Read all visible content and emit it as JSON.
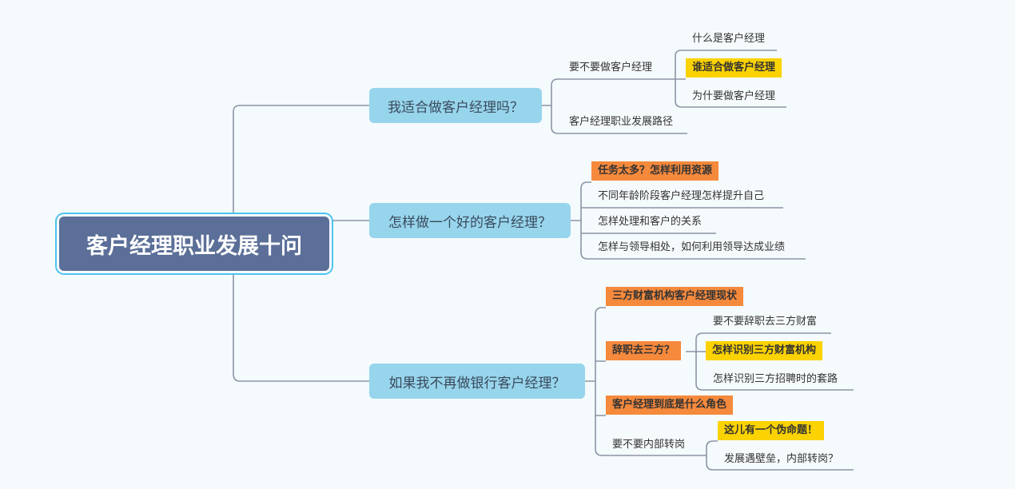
{
  "colors": {
    "root_fill": "#5b6f98",
    "branch_fill": "#97d5ec",
    "orange_highlight": "#f5893c",
    "yellow_highlight": "#fbd202",
    "line": "#8b95a5"
  },
  "root": {
    "title": "客户经理职业发展十问"
  },
  "branches": [
    {
      "label": "我适合做客户经理吗？",
      "children": [
        {
          "label": "要不要做客户经理",
          "children": [
            {
              "label": "什么是客户经理"
            },
            {
              "label": "谁适合做客户经理",
              "highlight": "yellow"
            },
            {
              "label": "为什要做客户经理"
            }
          ]
        },
        {
          "label": "客户经理职业发展路径"
        }
      ]
    },
    {
      "label": "怎样做一个好的客户经理？",
      "children": [
        {
          "label": "任务太多？怎样利用资源",
          "highlight": "orange"
        },
        {
          "label": "不同年龄阶段客户经理怎样提升自己"
        },
        {
          "label": "怎样处理和客户的关系"
        },
        {
          "label": "怎样与领导相处，如何利用领导达成业绩"
        }
      ]
    },
    {
      "label": "如果我不再做银行客户经理？",
      "children": [
        {
          "label": "三方财富机构客户经理现状",
          "highlight": "orange"
        },
        {
          "label": "辞职去三方？",
          "highlight": "orange",
          "children": [
            {
              "label": "要不要辞职去三方财富"
            },
            {
              "label": "怎样识别三方财富机构",
              "highlight": "yellow"
            },
            {
              "label": "怎样识别三方招聘时的套路"
            }
          ]
        },
        {
          "label": "客户经理到底是什么角色",
          "highlight": "orange"
        },
        {
          "label": "要不要内部转岗",
          "children": [
            {
              "label": "这儿有一个伪命题！",
              "highlight": "yellow"
            },
            {
              "label": "发展遇壁垒，内部转岗？"
            }
          ]
        }
      ]
    }
  ]
}
